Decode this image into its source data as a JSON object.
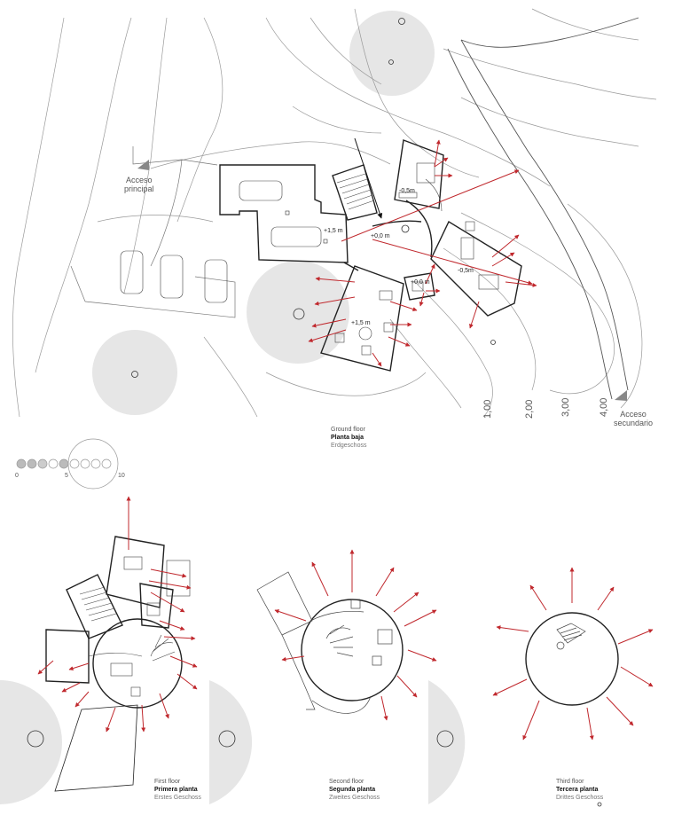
{
  "access_labels": {
    "main": [
      "Acceso",
      "principal"
    ],
    "secondary": [
      "Acceso",
      "secundario"
    ]
  },
  "contour_labels": [
    "1,00",
    "2,00",
    "3,00",
    "4,00"
  ],
  "level_tags": {
    "parking": "+1,5 m",
    "entry": "+0,0 m",
    "north_room": "-0,5m",
    "east_wing": "-0,5m",
    "small_room": "+0,0 m",
    "living": "+1,5 m"
  },
  "scale_bar": {
    "labels": [
      "0",
      "5",
      "10"
    ]
  },
  "plans": [
    {
      "id": "ground",
      "en": "Ground floor",
      "es": "Planta baja",
      "de": "Erdgeschoss"
    },
    {
      "id": "first",
      "en": "First floor",
      "es": "Primera planta",
      "de": "Erstes Geschoss"
    },
    {
      "id": "second",
      "en": "Second floor",
      "es": "Segunda planta",
      "de": "Zweites Geschoss"
    },
    {
      "id": "third",
      "en": "Third floor",
      "es": "Tercera planta",
      "de": "Drittes Geschoss"
    }
  ],
  "colors": {
    "arrow": "#c0282d",
    "tree_disc": "#e6e6e6",
    "linework": "#222222",
    "contour": "#9a9a9a"
  }
}
